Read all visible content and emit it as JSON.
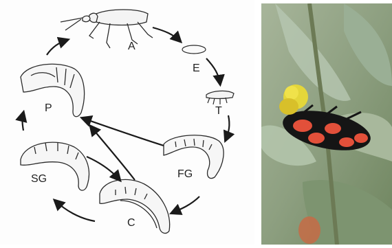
{
  "diagram": {
    "stages": [
      {
        "key": "adult",
        "label": "A"
      },
      {
        "key": "egg",
        "label": "E"
      },
      {
        "key": "triungulin",
        "label": "T"
      },
      {
        "key": "first-grub",
        "label": "FG"
      },
      {
        "key": "coarctate",
        "label": "C"
      },
      {
        "key": "second-grub",
        "label": "SG"
      },
      {
        "key": "pupa",
        "label": "P"
      }
    ],
    "colors": {
      "line": "#2a2a2a",
      "fill": "#f4f4f4",
      "arrow": "#1a1a1a"
    }
  },
  "photo": {
    "subject_icon": "blister-beetle-photo",
    "colors": {
      "background": "#8fa080",
      "leaf": "#9fb3a0",
      "body": "#151515",
      "spots": "#e2503a",
      "head": "#d8c02a"
    }
  }
}
